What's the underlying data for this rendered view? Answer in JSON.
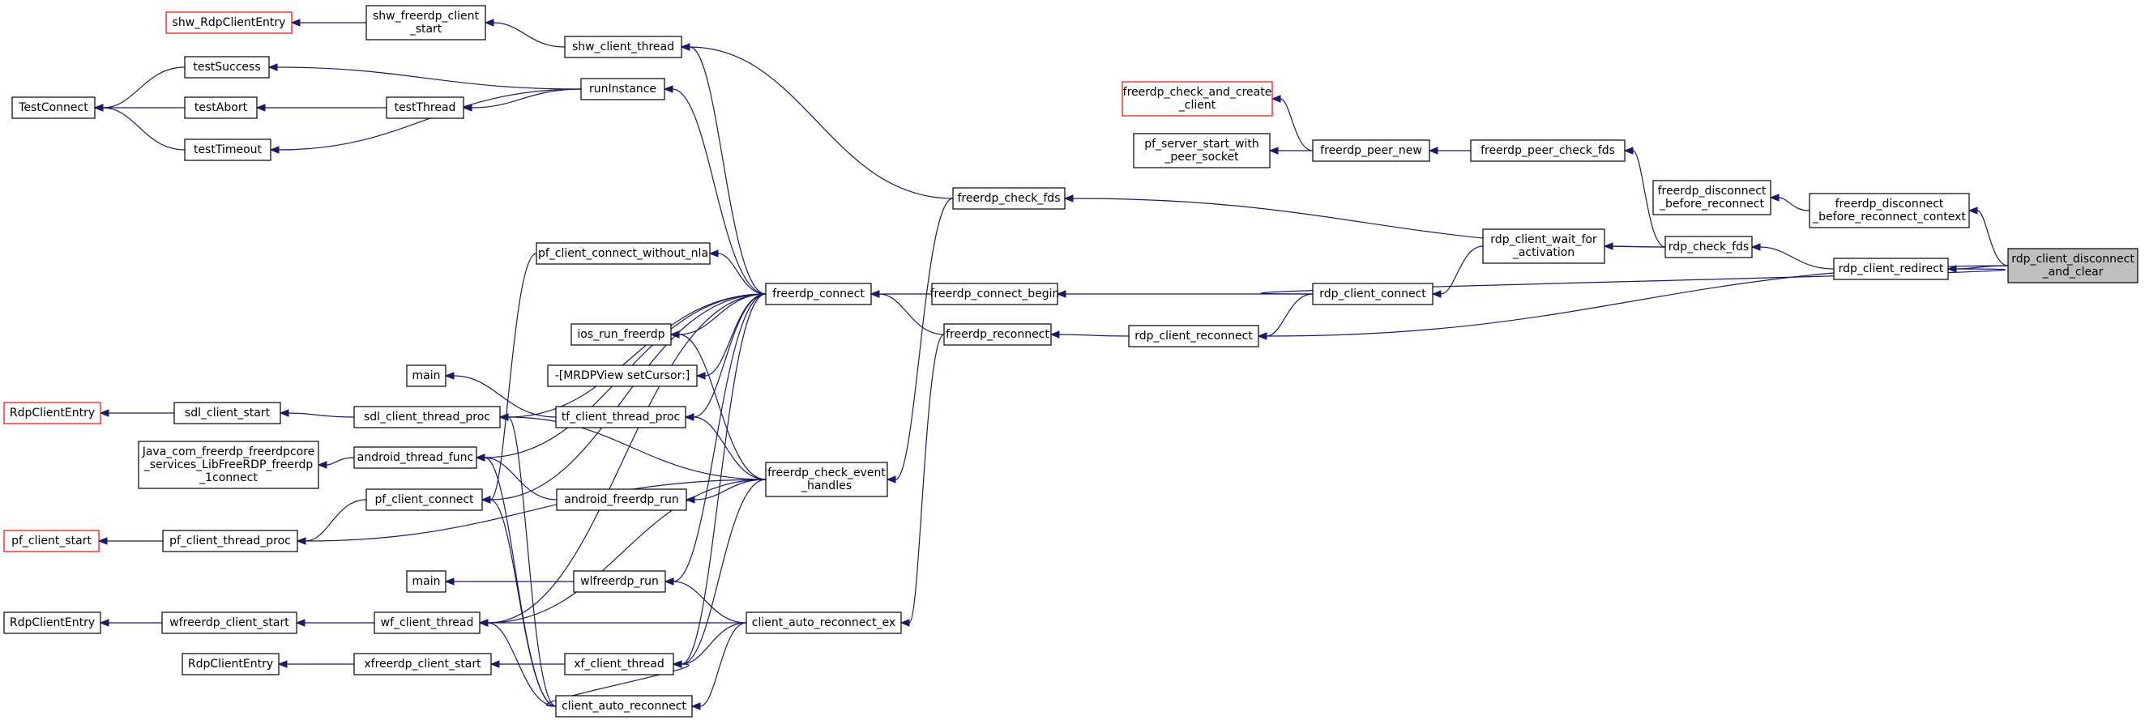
{
  "colors": {
    "edge": "#191970",
    "node_border": "#000000",
    "truncated_border": "#ff0000",
    "focus_fill": "#bfbfbf"
  },
  "nodes": [
    {
      "id": "shw_rdpentry",
      "lines": [
        "shw_RdpClientEntry"
      ],
      "style": "red"
    },
    {
      "id": "shw_freerdp_start",
      "lines": [
        "shw_freerdp_client",
        "_start"
      ]
    },
    {
      "id": "testconnect",
      "lines": [
        "TestConnect"
      ]
    },
    {
      "id": "testsuccess",
      "lines": [
        "testSuccess"
      ]
    },
    {
      "id": "testabort",
      "lines": [
        "testAbort"
      ]
    },
    {
      "id": "testtimeout",
      "lines": [
        "testTimeout"
      ]
    },
    {
      "id": "testthread",
      "lines": [
        "testThread"
      ]
    },
    {
      "id": "runinstance",
      "lines": [
        "runInstance"
      ]
    },
    {
      "id": "shw_client_thread",
      "lines": [
        "shw_client_thread"
      ]
    },
    {
      "id": "fcac",
      "lines": [
        "freerdp_check_and_create",
        "_client"
      ],
      "style": "red"
    },
    {
      "id": "pfsswps",
      "lines": [
        "pf_server_start_with",
        "_peer_socket"
      ]
    },
    {
      "id": "freerdp_peer_new",
      "lines": [
        "freerdp_peer_new"
      ]
    },
    {
      "id": "freerdp_peer_check_fds",
      "lines": [
        "freerdp_peer_check_fds"
      ]
    },
    {
      "id": "freerdp_check_fds",
      "lines": [
        "freerdp_check_fds"
      ]
    },
    {
      "id": "fdbr",
      "lines": [
        "freerdp_disconnect",
        "_before_reconnect"
      ]
    },
    {
      "id": "fdbrc",
      "lines": [
        "freerdp_disconnect",
        "_before_reconnect_context"
      ]
    },
    {
      "id": "rdp_cwfa",
      "lines": [
        "rdp_client_wait_for",
        "_activation"
      ]
    },
    {
      "id": "rdp_check_fds",
      "lines": [
        "rdp_check_fds"
      ]
    },
    {
      "id": "rdp_client_redirect",
      "lines": [
        "rdp_client_redirect"
      ]
    },
    {
      "id": "rdp_cdac",
      "lines": [
        "rdp_client_disconnect",
        "_and_clear"
      ],
      "style": "focus"
    },
    {
      "id": "pf_cwn",
      "lines": [
        "pf_client_connect_without_nla"
      ]
    },
    {
      "id": "freerdp_connect",
      "lines": [
        "freerdp_connect"
      ]
    },
    {
      "id": "fcb",
      "lines": [
        "freerdp_connect_begin"
      ]
    },
    {
      "id": "rdp_client_connect",
      "lines": [
        "rdp_client_connect"
      ]
    },
    {
      "id": "ios_run",
      "lines": [
        "ios_run_freerdp"
      ]
    },
    {
      "id": "freerdp_reconnect",
      "lines": [
        "freerdp_reconnect"
      ]
    },
    {
      "id": "rdp_client_reconnect",
      "lines": [
        "rdp_client_reconnect"
      ]
    },
    {
      "id": "main1",
      "lines": [
        "main"
      ]
    },
    {
      "id": "mrdpview",
      "lines": [
        "-[MRDPView setCursor:]"
      ]
    },
    {
      "id": "rdpentry1",
      "lines": [
        "RdpClientEntry"
      ],
      "style": "red"
    },
    {
      "id": "sdl_client_start",
      "lines": [
        "sdl_client_start"
      ]
    },
    {
      "id": "sdl_ctp",
      "lines": [
        "sdl_client_thread_proc"
      ]
    },
    {
      "id": "tf_ctp",
      "lines": [
        "tf_client_thread_proc"
      ]
    },
    {
      "id": "java",
      "lines": [
        "Java_com_freerdp_freerdpcore",
        "_services_LibFreeRDP_freerdp",
        "_1connect"
      ]
    },
    {
      "id": "android_tf",
      "lines": [
        "android_thread_func"
      ]
    },
    {
      "id": "fceh",
      "lines": [
        "freerdp_check_event",
        "_handles"
      ]
    },
    {
      "id": "android_run",
      "lines": [
        "android_freerdp_run"
      ]
    },
    {
      "id": "pf_client_connect",
      "lines": [
        "pf_client_connect"
      ]
    },
    {
      "id": "pf_client_start",
      "lines": [
        "pf_client_start"
      ],
      "style": "red"
    },
    {
      "id": "pf_ctp",
      "lines": [
        "pf_client_thread_proc"
      ]
    },
    {
      "id": "main2",
      "lines": [
        "main"
      ]
    },
    {
      "id": "wlfreerdp_run",
      "lines": [
        "wlfreerdp_run"
      ]
    },
    {
      "id": "rdpentry2",
      "lines": [
        "RdpClientEntry"
      ]
    },
    {
      "id": "wfreerdp_cs",
      "lines": [
        "wfreerdp_client_start"
      ]
    },
    {
      "id": "wf_ct",
      "lines": [
        "wf_client_thread"
      ]
    },
    {
      "id": "carex",
      "lines": [
        "client_auto_reconnect_ex"
      ]
    },
    {
      "id": "rdpentry3",
      "lines": [
        "RdpClientEntry"
      ]
    },
    {
      "id": "xfreerdp_cs",
      "lines": [
        "xfreerdp_client_start"
      ]
    },
    {
      "id": "xf_ct",
      "lines": [
        "xf_client_thread"
      ]
    },
    {
      "id": "car",
      "lines": [
        "client_auto_reconnect"
      ]
    }
  ],
  "edges": [
    [
      "shw_rdpentry",
      "shw_freerdp_start"
    ],
    [
      "shw_freerdp_start",
      "shw_client_thread"
    ],
    [
      "testconnect",
      "testsuccess"
    ],
    [
      "testconnect",
      "testabort"
    ],
    [
      "testconnect",
      "testtimeout"
    ],
    [
      "testabort",
      "testthread"
    ],
    [
      "testsuccess",
      "runinstance"
    ],
    [
      "testthread",
      "runinstance"
    ],
    [
      "testtimeout",
      "runinstance"
    ],
    [
      "shw_client_thread",
      "freerdp_check_fds"
    ],
    [
      "shw_client_thread",
      "freerdp_connect"
    ],
    [
      "runinstance",
      "freerdp_connect"
    ],
    [
      "fcac",
      "freerdp_peer_new"
    ],
    [
      "pfsswps",
      "freerdp_peer_new"
    ],
    [
      "freerdp_peer_new",
      "freerdp_peer_check_fds"
    ],
    [
      "freerdp_peer_check_fds",
      "rdp_check_fds"
    ],
    [
      "freerdp_check_fds",
      "rdp_check_fds"
    ],
    [
      "fdbr",
      "fdbrc"
    ],
    [
      "fdbrc",
      "rdp_cdac"
    ],
    [
      "rdp_cwfa",
      "rdp_check_fds"
    ],
    [
      "rdp_check_fds",
      "rdp_client_redirect"
    ],
    [
      "rdp_client_redirect",
      "rdp_cdac"
    ],
    [
      "rdp_client_redirect",
      "rdp_client_connect"
    ],
    [
      "rdp_client_connect",
      "rdp_cwfa"
    ],
    [
      "rdp_client_reconnect",
      "rdp_client_connect"
    ],
    [
      "rdp_client_reconnect",
      "rdp_cdac"
    ],
    [
      "fcb",
      "rdp_client_connect"
    ],
    [
      "freerdp_connect",
      "fcb"
    ],
    [
      "freerdp_reconnect",
      "rdp_client_reconnect"
    ],
    [
      "freerdp_connect",
      "freerdp_reconnect"
    ],
    [
      "pf_cwn",
      "freerdp_connect"
    ],
    [
      "ios_run",
      "freerdp_connect"
    ],
    [
      "mrdpview",
      "freerdp_connect"
    ],
    [
      "ios_run",
      "fceh"
    ],
    [
      "tf_ctp",
      "freerdp_connect"
    ],
    [
      "tf_ctp",
      "fceh"
    ],
    [
      "main1",
      "tf_ctp"
    ],
    [
      "rdpentry1",
      "sdl_client_start"
    ],
    [
      "sdl_client_start",
      "sdl_ctp"
    ],
    [
      "sdl_ctp",
      "freerdp_connect"
    ],
    [
      "sdl_ctp",
      "fceh"
    ],
    [
      "java",
      "android_tf"
    ],
    [
      "android_tf",
      "freerdp_connect"
    ],
    [
      "android_tf",
      "android_run"
    ],
    [
      "android_run",
      "fceh"
    ],
    [
      "pf_client_connect",
      "pf_cwn"
    ],
    [
      "pf_client_connect",
      "freerdp_connect"
    ],
    [
      "pf_client_start",
      "pf_ctp"
    ],
    [
      "pf_ctp",
      "pf_client_connect"
    ],
    [
      "pf_ctp",
      "fceh"
    ],
    [
      "fceh",
      "freerdp_check_fds"
    ],
    [
      "main2",
      "wlfreerdp_run"
    ],
    [
      "wlfreerdp_run",
      "freerdp_connect"
    ],
    [
      "wlfreerdp_run",
      "carex"
    ],
    [
      "rdpentry2",
      "wfreerdp_cs"
    ],
    [
      "wfreerdp_cs",
      "wf_ct"
    ],
    [
      "wf_ct",
      "freerdp_connect"
    ],
    [
      "wf_ct",
      "fceh"
    ],
    [
      "wf_ct",
      "carex"
    ],
    [
      "carex",
      "freerdp_reconnect"
    ],
    [
      "rdpentry3",
      "xfreerdp_cs"
    ],
    [
      "xfreerdp_cs",
      "xf_ct"
    ],
    [
      "xf_ct",
      "freerdp_connect"
    ],
    [
      "xf_ct",
      "fceh"
    ],
    [
      "xf_ct",
      "carex"
    ],
    [
      "car",
      "carex"
    ],
    [
      "sdl_ctp",
      "car"
    ],
    [
      "android_tf",
      "car"
    ],
    [
      "wf_ct",
      "car"
    ],
    [
      "xf_ct",
      "car"
    ],
    [
      "pf_client_connect",
      "car"
    ]
  ]
}
